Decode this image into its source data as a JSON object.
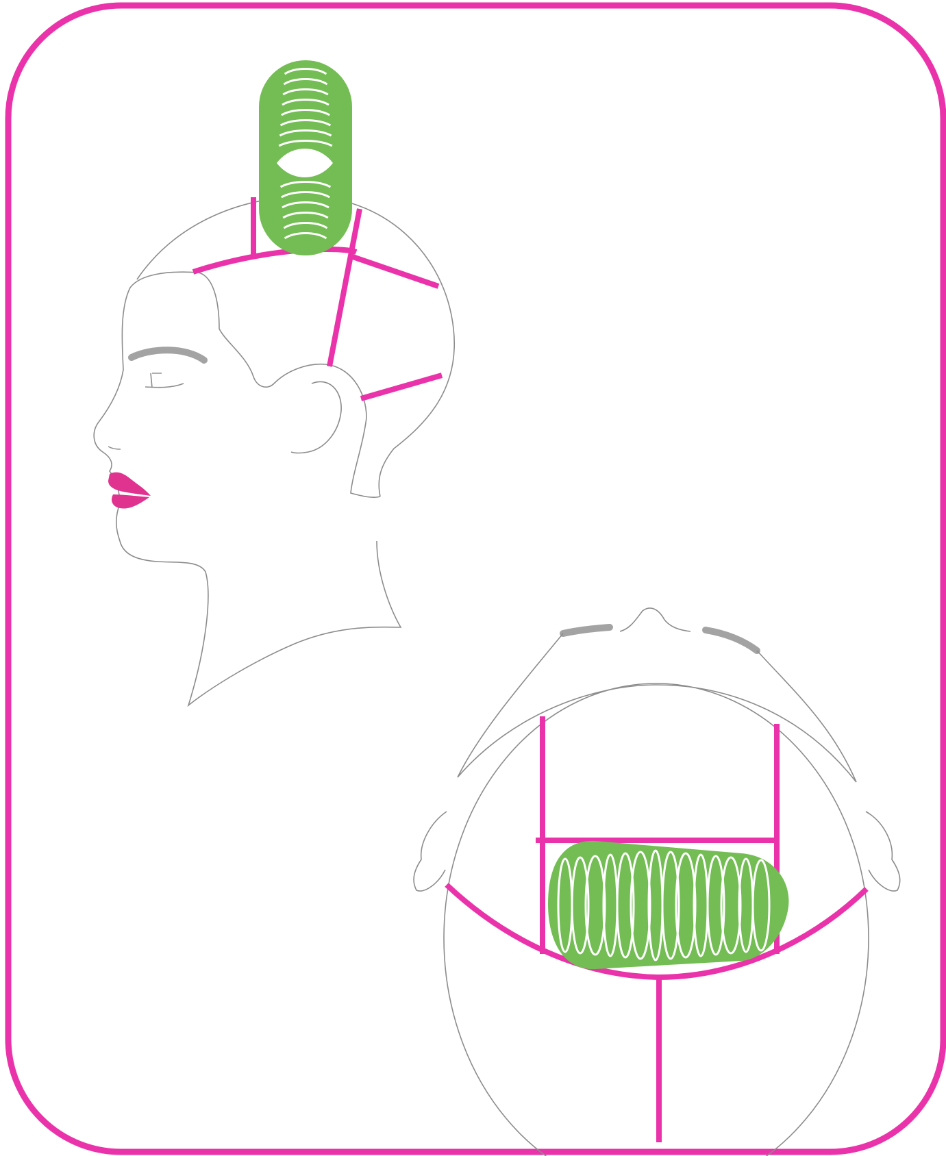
{
  "colors": {
    "frame": "#ea33aa",
    "section_line": "#ea33aa",
    "curler": "#73bd54",
    "curler_highlight": "#ffffff",
    "outline": "#8c8c8c",
    "eyebrow": "#a3a3a3",
    "lips": "#e0338f",
    "background": "#ffffff"
  },
  "figures": [
    {
      "view": "side-profile",
      "curler_orientation": "vertical",
      "icons": [
        "head-profile-icon",
        "ear-icon",
        "eye-icon",
        "lips-icon",
        "curler-icon"
      ]
    },
    {
      "view": "top-down",
      "curler_orientation": "horizontal",
      "icons": [
        "head-top-icon",
        "nose-icon",
        "ear-icon",
        "curler-icon"
      ]
    }
  ]
}
